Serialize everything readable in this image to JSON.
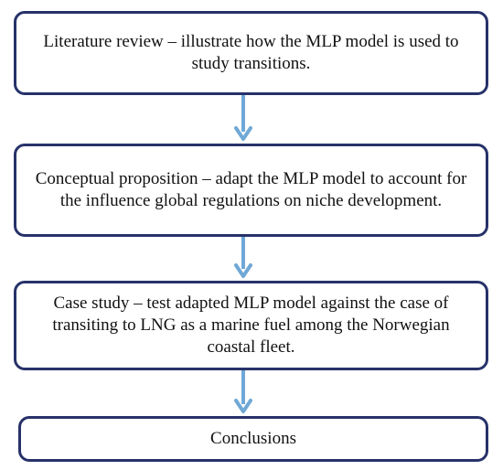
{
  "flowchart": {
    "steps": [
      {
        "text": "Literature review – illustrate how the MLP model is used to study transitions."
      },
      {
        "text": "Conceptual proposition – adapt the MLP model to account for the influence global regulations on niche development."
      },
      {
        "text": "Case study – test adapted MLP model against the case of transiting to LNG as a marine fuel among the Norwegian coastal fleet."
      },
      {
        "text": "Conclusions"
      }
    ],
    "box_border_color": "#27326a",
    "arrow_color": "#6fa8d6"
  }
}
